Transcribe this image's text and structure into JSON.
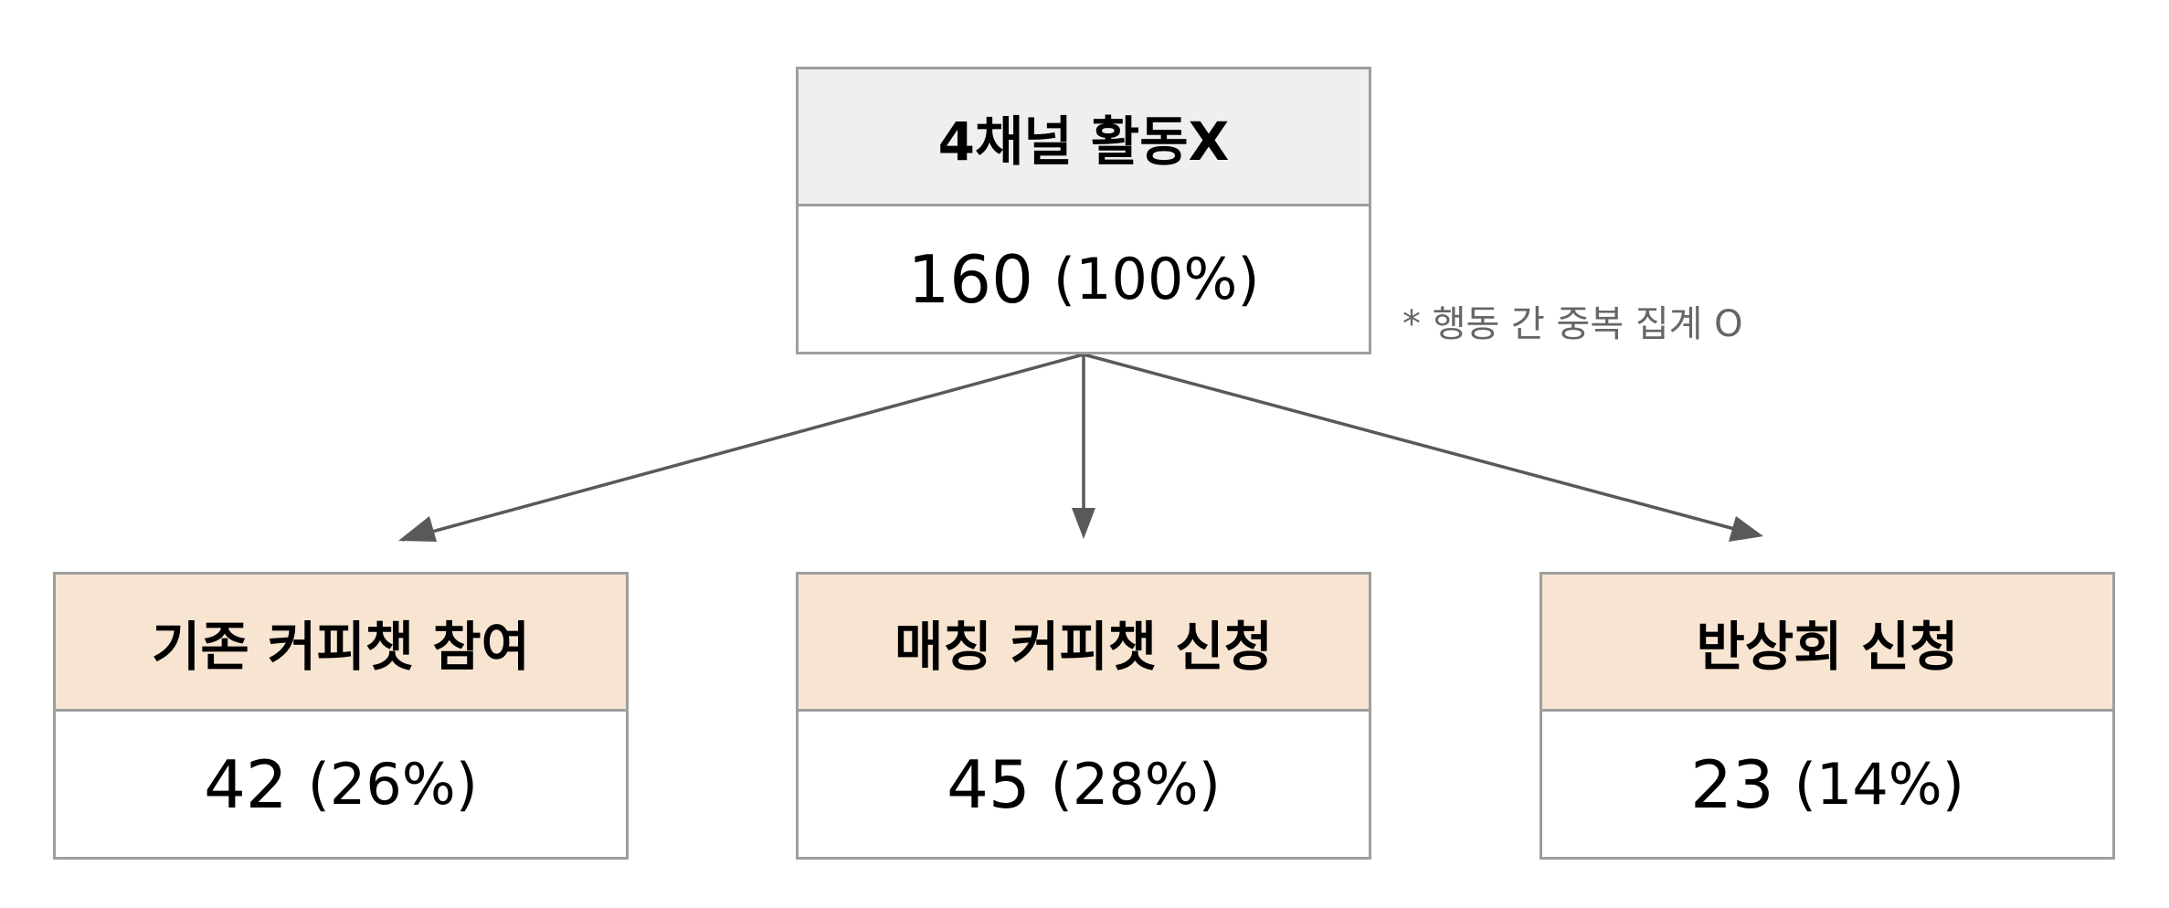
{
  "root": {
    "title": "4채널 활동X",
    "count": "160",
    "pct": "(100%)"
  },
  "note": "* 행동 간 중복 집계 O",
  "children": [
    {
      "title": "기존 커피챗 참여",
      "count": "42",
      "pct": "(26%)"
    },
    {
      "title": "매칭 커피챗 신청",
      "count": "45",
      "pct": "(28%)"
    },
    {
      "title": "반상회 신청",
      "count": "23",
      "pct": "(14%)"
    }
  ],
  "colors": {
    "root_header": "#efefef",
    "child_header": "#f8e5d1",
    "border": "#9e9e9e",
    "arrow": "#595959",
    "note": "#666666"
  }
}
